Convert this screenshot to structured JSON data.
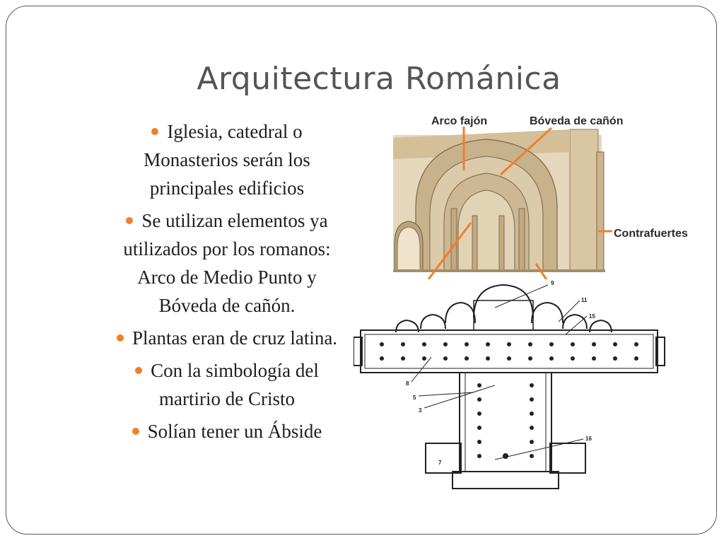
{
  "slide": {
    "title": "Arquitectura Románica",
    "accent_color": "#f07f2b",
    "bullets": [
      {
        "lines": [
          "Iglesia, catedral o",
          "Monasterios serán los",
          "principales edificios"
        ]
      },
      {
        "lines": [
          "Se utilizan elementos ya",
          "utilizados por los romanos:",
          "Arco de Medio Punto y",
          "Bóveda de cañón."
        ]
      },
      {
        "lines": [
          "Plantas eran de cruz latina."
        ]
      },
      {
        "lines": [
          "Con la simbología del",
          "martirio de Cristo"
        ]
      },
      {
        "lines": [
          "Solían tener un Ábside"
        ]
      }
    ]
  },
  "vault_figure": {
    "labels": {
      "arco_fajon": "Arco fajón",
      "boveda_canon": "Bóveda de cañón",
      "contrafuertes": "Contrafuertes"
    }
  },
  "plan_figure": {
    "numbers": [
      "9",
      "11",
      "15",
      "8",
      "5",
      "3",
      "16",
      "7"
    ]
  }
}
